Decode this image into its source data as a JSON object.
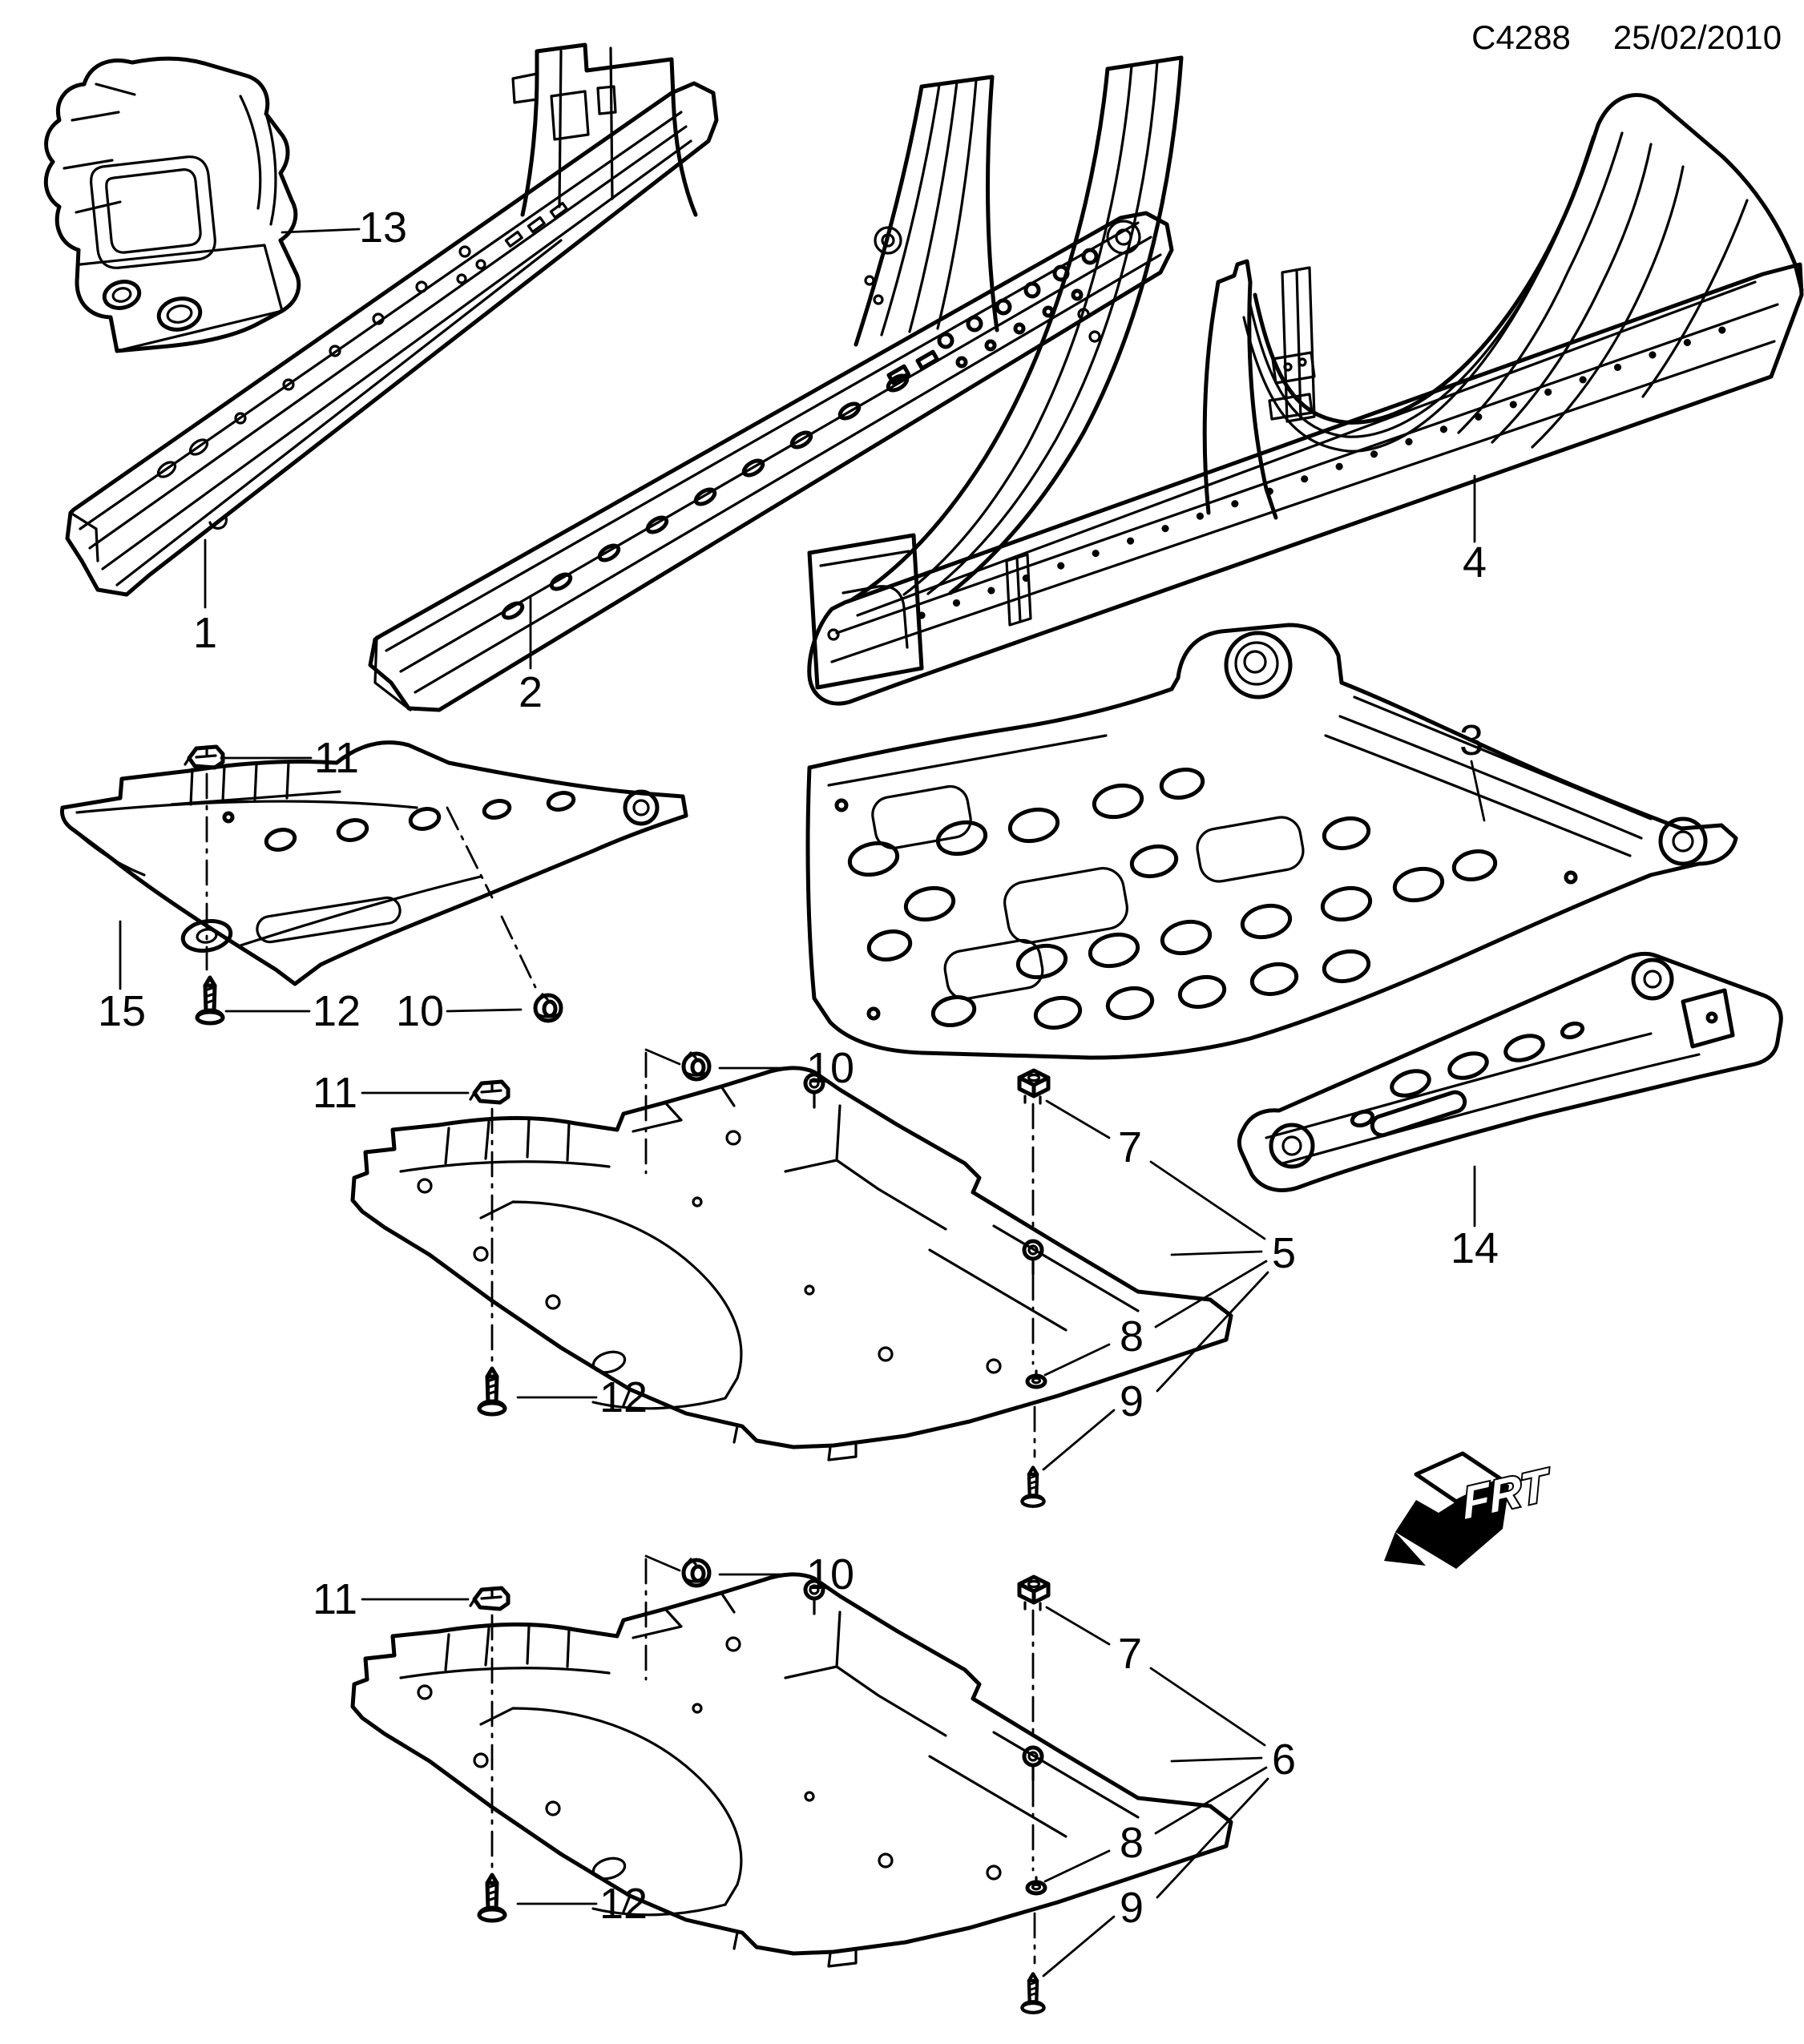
{
  "header": {
    "drawing_code": "C4288",
    "date": "25/02/2010"
  },
  "frt_indicator": {
    "label": "FRT"
  },
  "callouts": [
    {
      "label": "13"
    },
    {
      "label": "1"
    },
    {
      "label": "2"
    },
    {
      "label": "4"
    },
    {
      "label": "3"
    },
    {
      "label": "11"
    },
    {
      "label": "15"
    },
    {
      "label": "12"
    },
    {
      "label": "10"
    },
    {
      "label": "11"
    },
    {
      "label": "10"
    },
    {
      "label": "7"
    },
    {
      "label": "5"
    },
    {
      "label": "14"
    },
    {
      "label": "8"
    },
    {
      "label": "9"
    },
    {
      "label": "12"
    },
    {
      "label": "11"
    },
    {
      "label": "10"
    },
    {
      "label": "7"
    },
    {
      "label": "6"
    },
    {
      "label": "8"
    },
    {
      "label": "9"
    },
    {
      "label": "12"
    }
  ]
}
